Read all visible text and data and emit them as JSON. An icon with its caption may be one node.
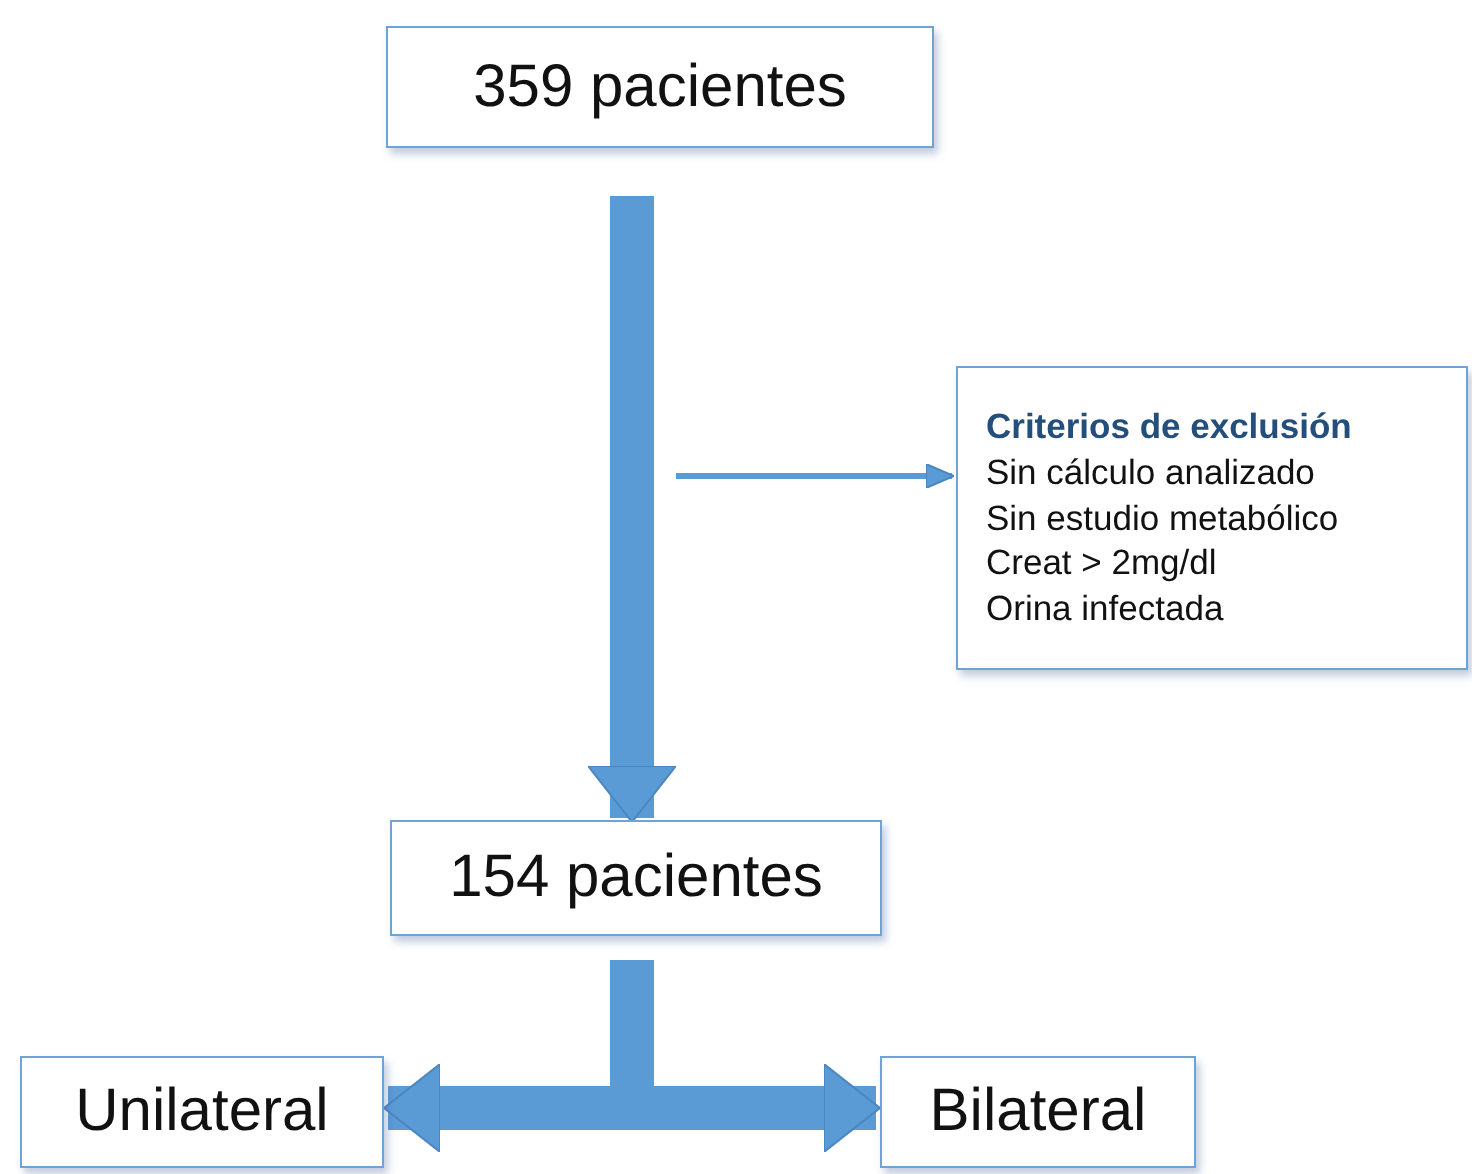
{
  "diagram": {
    "nodes": [
      {
        "text": [
          "359 pacientes"
        ]
      },
      {
        "text": [
          "154 pacientes"
        ]
      },
      {
        "text": [
          "Unilateral"
        ]
      },
      {
        "text": [
          "Bilateral"
        ]
      },
      {
        "text": [
          "Criterios de exclusión",
          "Sin cálculo analizado",
          "Sin estudio metabólico",
          "Creat > 2mg/dl",
          "Orina infectada"
        ]
      }
    ],
    "edges": [
      {
        "from": 0,
        "to": 1,
        "arrow": "to"
      },
      {
        "from": null,
        "to": 4,
        "arrow": "to"
      },
      {
        "from": 1,
        "to": 2,
        "arrow": "to"
      },
      {
        "from": 1,
        "to": 3,
        "arrow": "to"
      }
    ]
  }
}
